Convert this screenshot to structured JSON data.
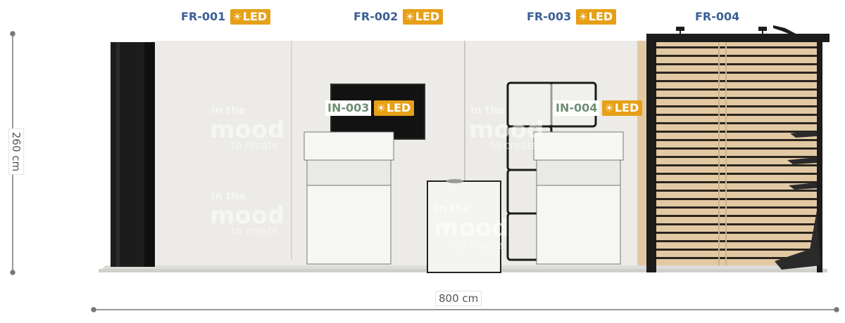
{
  "tags": [
    {
      "code": "FR-001",
      "led": "LED",
      "kind": "fr"
    },
    {
      "code": "FR-002",
      "led": "LED",
      "kind": "fr"
    },
    {
      "code": "FR-003",
      "led": "LED",
      "kind": "fr"
    },
    {
      "code": "FR-004",
      "led": "",
      "kind": "fr"
    },
    {
      "code": "IN-003",
      "led": "LED",
      "kind": "in"
    },
    {
      "code": "IN-004",
      "led": "LED",
      "kind": "in"
    }
  ],
  "led_icon": "sun-icon",
  "dimensions": {
    "height": "260 cm",
    "width": "800 cm"
  },
  "wall_graphic": {
    "line1": "in the",
    "line2": "mood",
    "line3": "to create"
  },
  "colors": {
    "fr_code": "#3b5f96",
    "in_code": "#6e8f74",
    "led_badge": "#e6a017",
    "wood": "#e3c9a3",
    "frame": "#1c1c1c"
  }
}
